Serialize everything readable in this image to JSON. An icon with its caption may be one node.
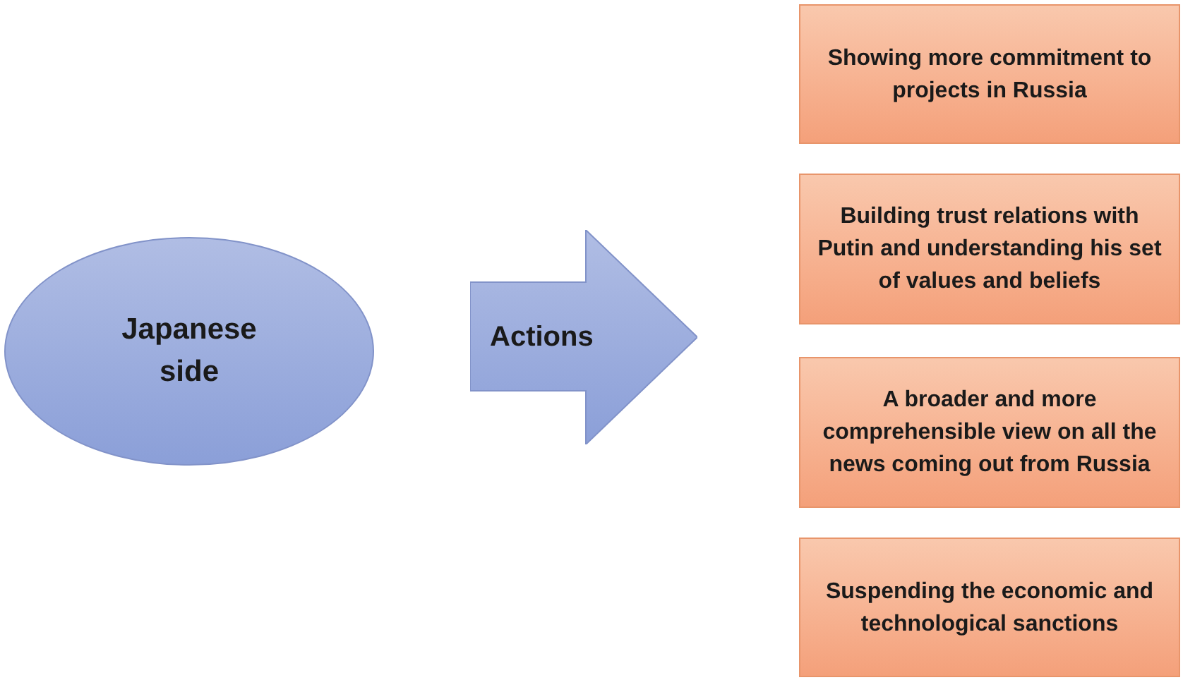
{
  "diagram": {
    "nodes": [
      {
        "text": [
          "Japanese side"
        ]
      },
      {
        "text": [
          "Actions"
        ]
      },
      {
        "text": [
          "Showing more commitment to projects in Russia"
        ]
      },
      {
        "text": [
          "Building trust relations with Putin and understanding his set of values and beliefs"
        ]
      },
      {
        "text": [
          "A broader and more comprehensible view on all the news coming out from Russia"
        ]
      },
      {
        "text": [
          "Suspending the economic and technological sanctions"
        ]
      }
    ]
  }
}
